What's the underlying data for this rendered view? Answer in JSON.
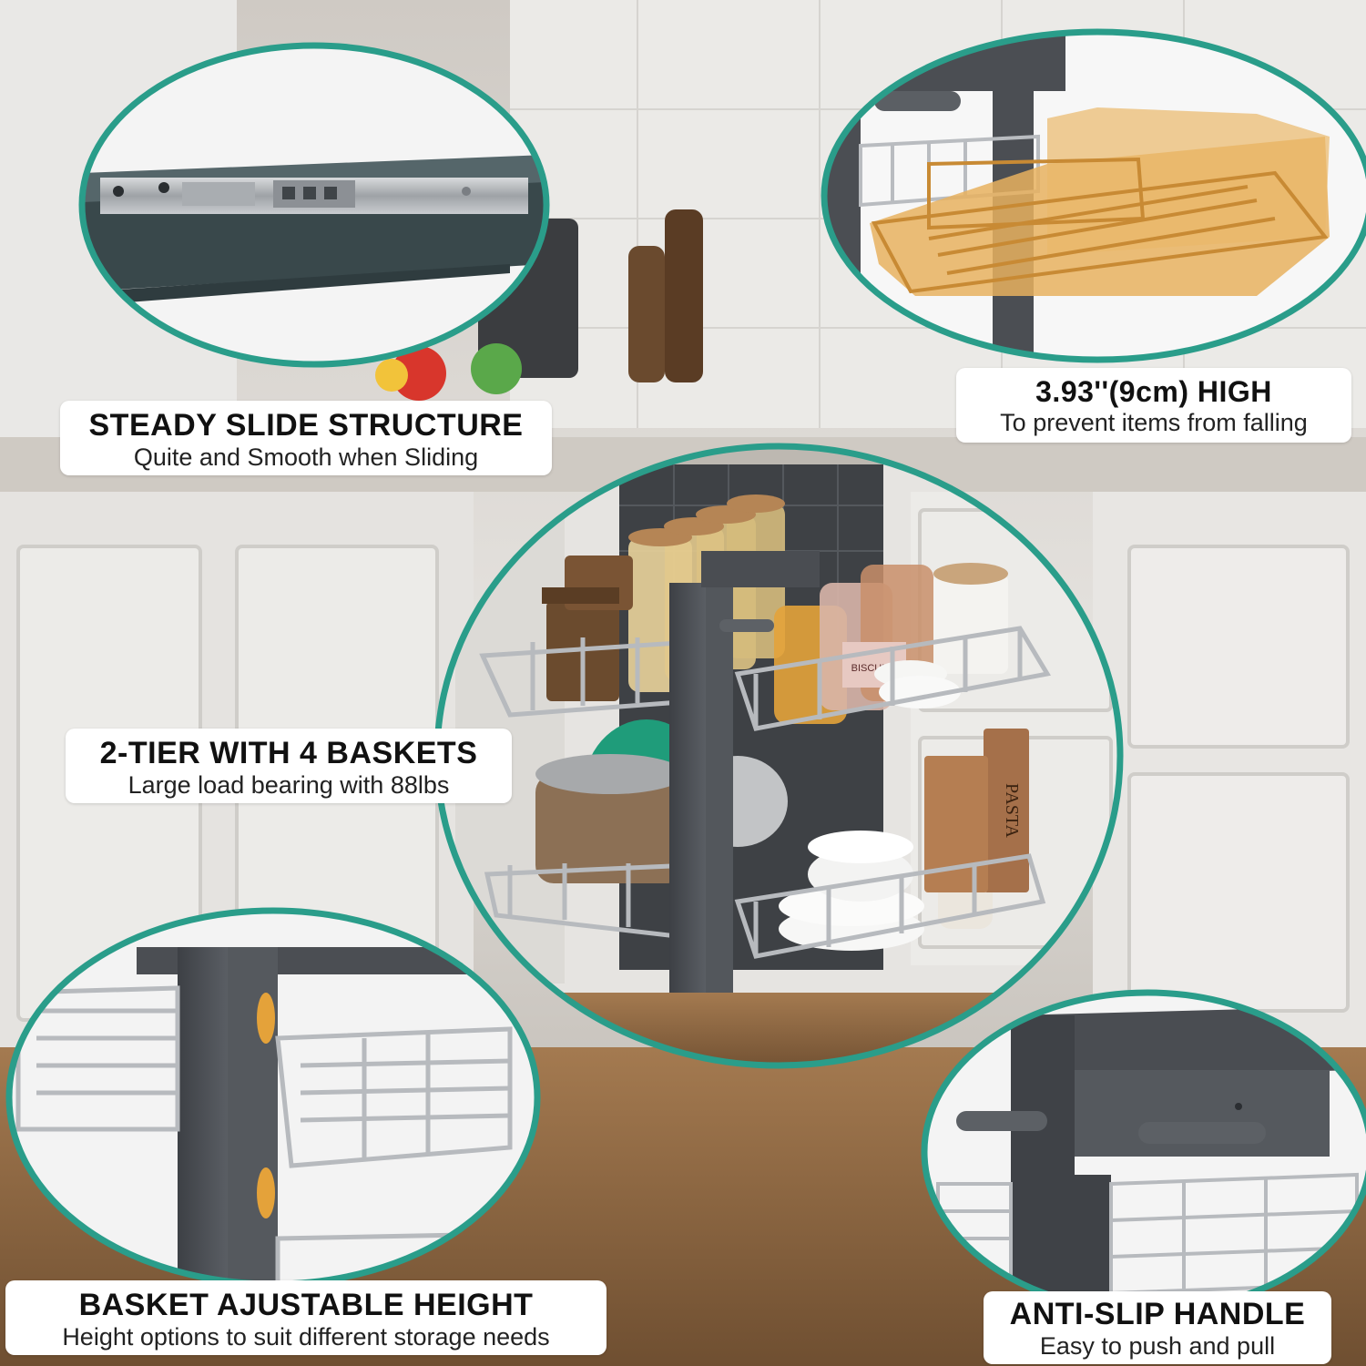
{
  "colors": {
    "ring": "#2a9d8a",
    "rack_frame": "#4a4d52",
    "chrome": "#b9bcc0",
    "floor": "#8a6440",
    "cabinet": "#e7e5e2",
    "highlight_basket": "#e7b25f"
  },
  "captions": {
    "slide": {
      "title": "STEADY SLIDE STRUCTURE",
      "subtitle": "Quite and Smooth when Sliding"
    },
    "height": {
      "title": "3.93''(9cm) HIGH",
      "subtitle": "To prevent items from falling"
    },
    "tier": {
      "title": "2-TIER WITH 4 BASKETS",
      "subtitle": "Large load bearing with 88lbs"
    },
    "basket": {
      "title": "BASKET AJUSTABLE HEIGHT",
      "subtitle": "Height options to suit different storage needs"
    },
    "handle": {
      "title": "ANTI-SLIP HANDLE",
      "subtitle": "Easy to push and pull"
    }
  },
  "product_labels": {
    "biscuits": "BISCUITS",
    "pasta": "PASTA"
  }
}
